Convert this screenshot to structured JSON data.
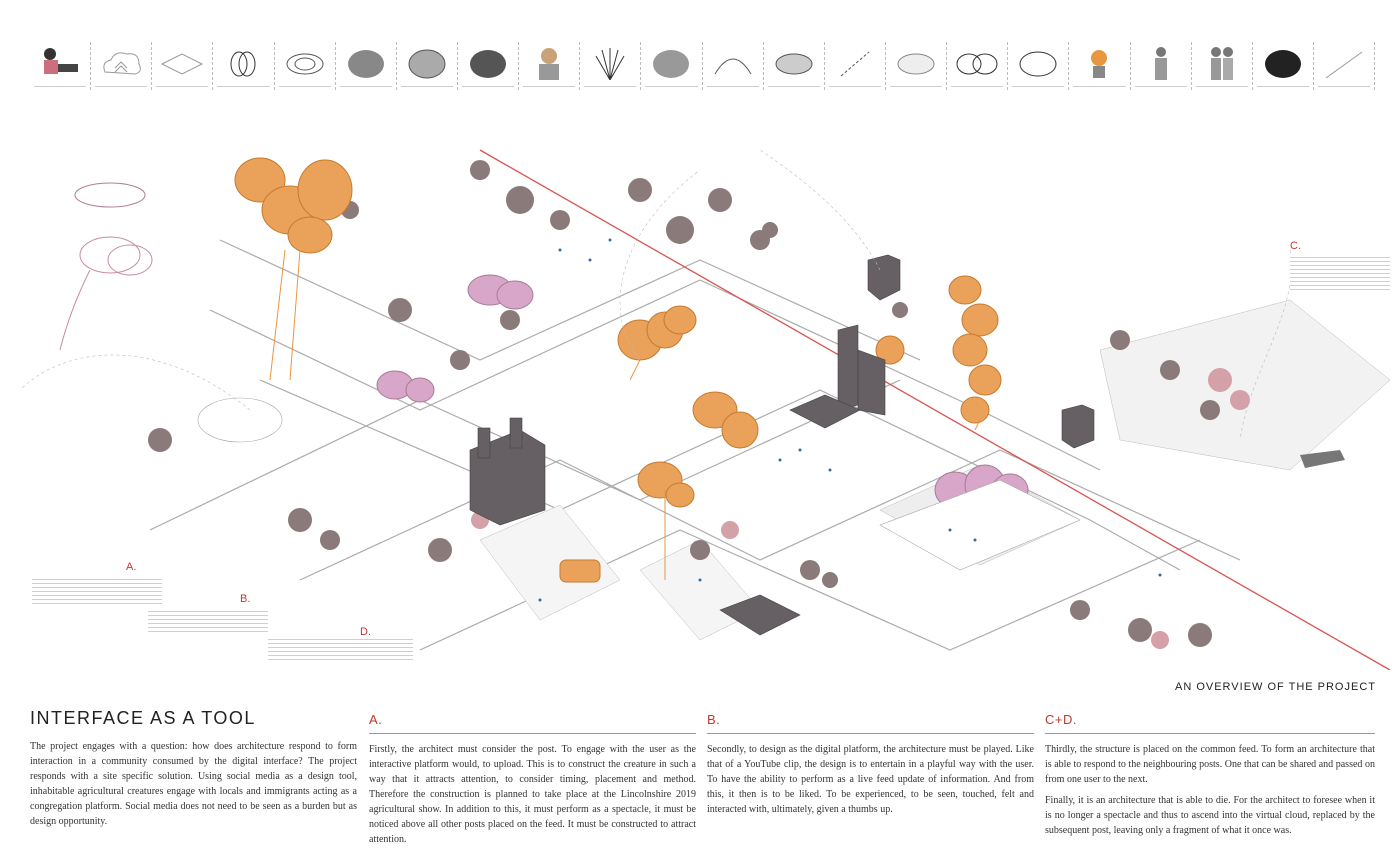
{
  "overview_label": "AN OVERVIEW OF THE PROJECT",
  "intro": {
    "title": "INTERFACE AS A TOOL",
    "text": "The project engages with a question: how does architecture respond to form interaction in a community consumed by the digital interface? The project responds with a site specific solution. Using social media as a design tool, inhabitable agricultural creatures engage with locals and immigrants acting as a congregation platform. Social media does not need to be seen as a burden but as design opportunity."
  },
  "section_a": {
    "label": "A.",
    "text": "Firstly, the architect must consider the post. To engage with the user as the interactive platform would, to upload. This is to construct the creature in such a way that it attracts attention, to consider timing, placement and method. Therefore the construction is planned to take place at the Lincolnshire 2019 agricultural show. In addition to this, it must perform as a spectacle, it must be noticed above all other posts placed on the feed. It must be constructed to attract attention."
  },
  "section_b": {
    "label": "B.",
    "text": "Secondly, to design as the digital platform, the architecture must be played. Like that of a YouTube clip, the design is to entertain in a playful way with the user. To have the ability to perform as a live feed update of information. And from this, it then is to be liked. To be experienced, to be seen, touched, felt and interacted with, ultimately, given a thumbs up."
  },
  "section_cd": {
    "label": "C+D.",
    "text1": "Thirdly, the structure is placed on the common feed. To form an architecture that is able to respond to the neighbouring posts. One that can be shared and passed on from one user to the next.",
    "text2": "Finally, it is an architecture that is able to die. For the architect to foresee when it is no longer a spectacle and thus to ascend into the virtual cloud, replaced by the subsequent post, leaving only a fragment of what it once was."
  },
  "map_marks": {
    "a": "A.",
    "b": "B.",
    "c": "C.",
    "d": "D."
  },
  "icons": [
    "person-at-desk-icon",
    "cloud-upload-icon",
    "grid-plane-icon",
    "coil-icon",
    "mesh-coil-icon",
    "dark-mesh-icon",
    "mesh-blob-icon",
    "dark-blob-icon",
    "person-portrait-icon",
    "wheat-icon",
    "grey-blob-icon",
    "curve-icon",
    "disc-stack-icon",
    "chain-icon",
    "plane-pieces-icon",
    "ring-coil-icon",
    "ring-frame-icon",
    "hand-orb-icon",
    "person-icon",
    "couple-icon",
    "black-blob-icon",
    "stick-icon"
  ],
  "colors": {
    "accent": "#c0392b",
    "orange": "#e8963f",
    "pink": "#c98aa6"
  }
}
